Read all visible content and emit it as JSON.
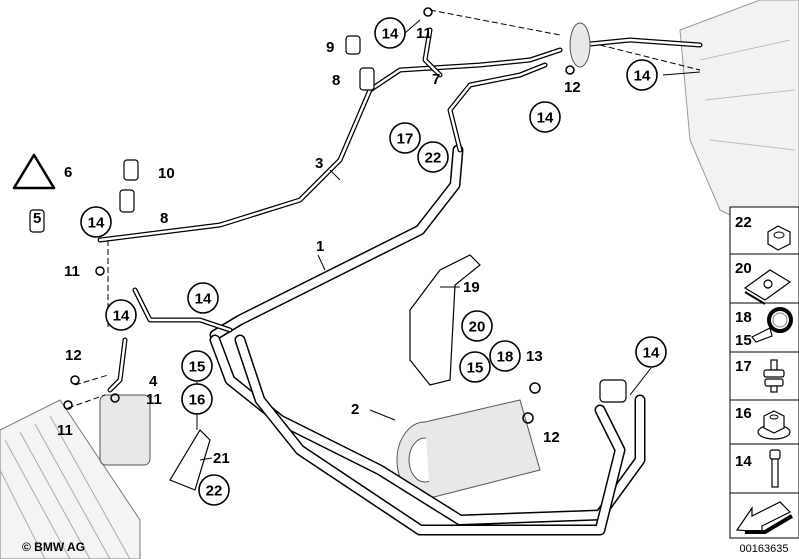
{
  "diagram": {
    "callouts_circled": [
      "14",
      "14",
      "14",
      "17",
      "22",
      "14",
      "14",
      "14",
      "15",
      "16",
      "22",
      "20",
      "18",
      "15",
      "14"
    ],
    "callouts_plain": [
      "11",
      "9",
      "7",
      "8",
      "12",
      "3",
      "6",
      "10",
      "5",
      "8",
      "1",
      "11",
      "19",
      "12",
      "13",
      "4",
      "11",
      "2",
      "11",
      "12",
      "21"
    ],
    "legend": [
      {
        "labels": [
          "22"
        ],
        "icon": "nut-icon"
      },
      {
        "labels": [
          "20"
        ],
        "icon": "clip-nut-icon"
      },
      {
        "labels": [
          "18",
          "15"
        ],
        "icon": "pipe-clamp-icon"
      },
      {
        "labels": [
          "17"
        ],
        "icon": "rubber-mount-icon"
      },
      {
        "labels": [
          "16"
        ],
        "icon": "flange-nut-icon"
      },
      {
        "labels": [
          "14"
        ],
        "icon": "bolt-icon"
      },
      {
        "labels": [],
        "icon": "direction-arrow-icon"
      }
    ],
    "diagram_code": "00163635",
    "copyright": "© BMW AG"
  }
}
